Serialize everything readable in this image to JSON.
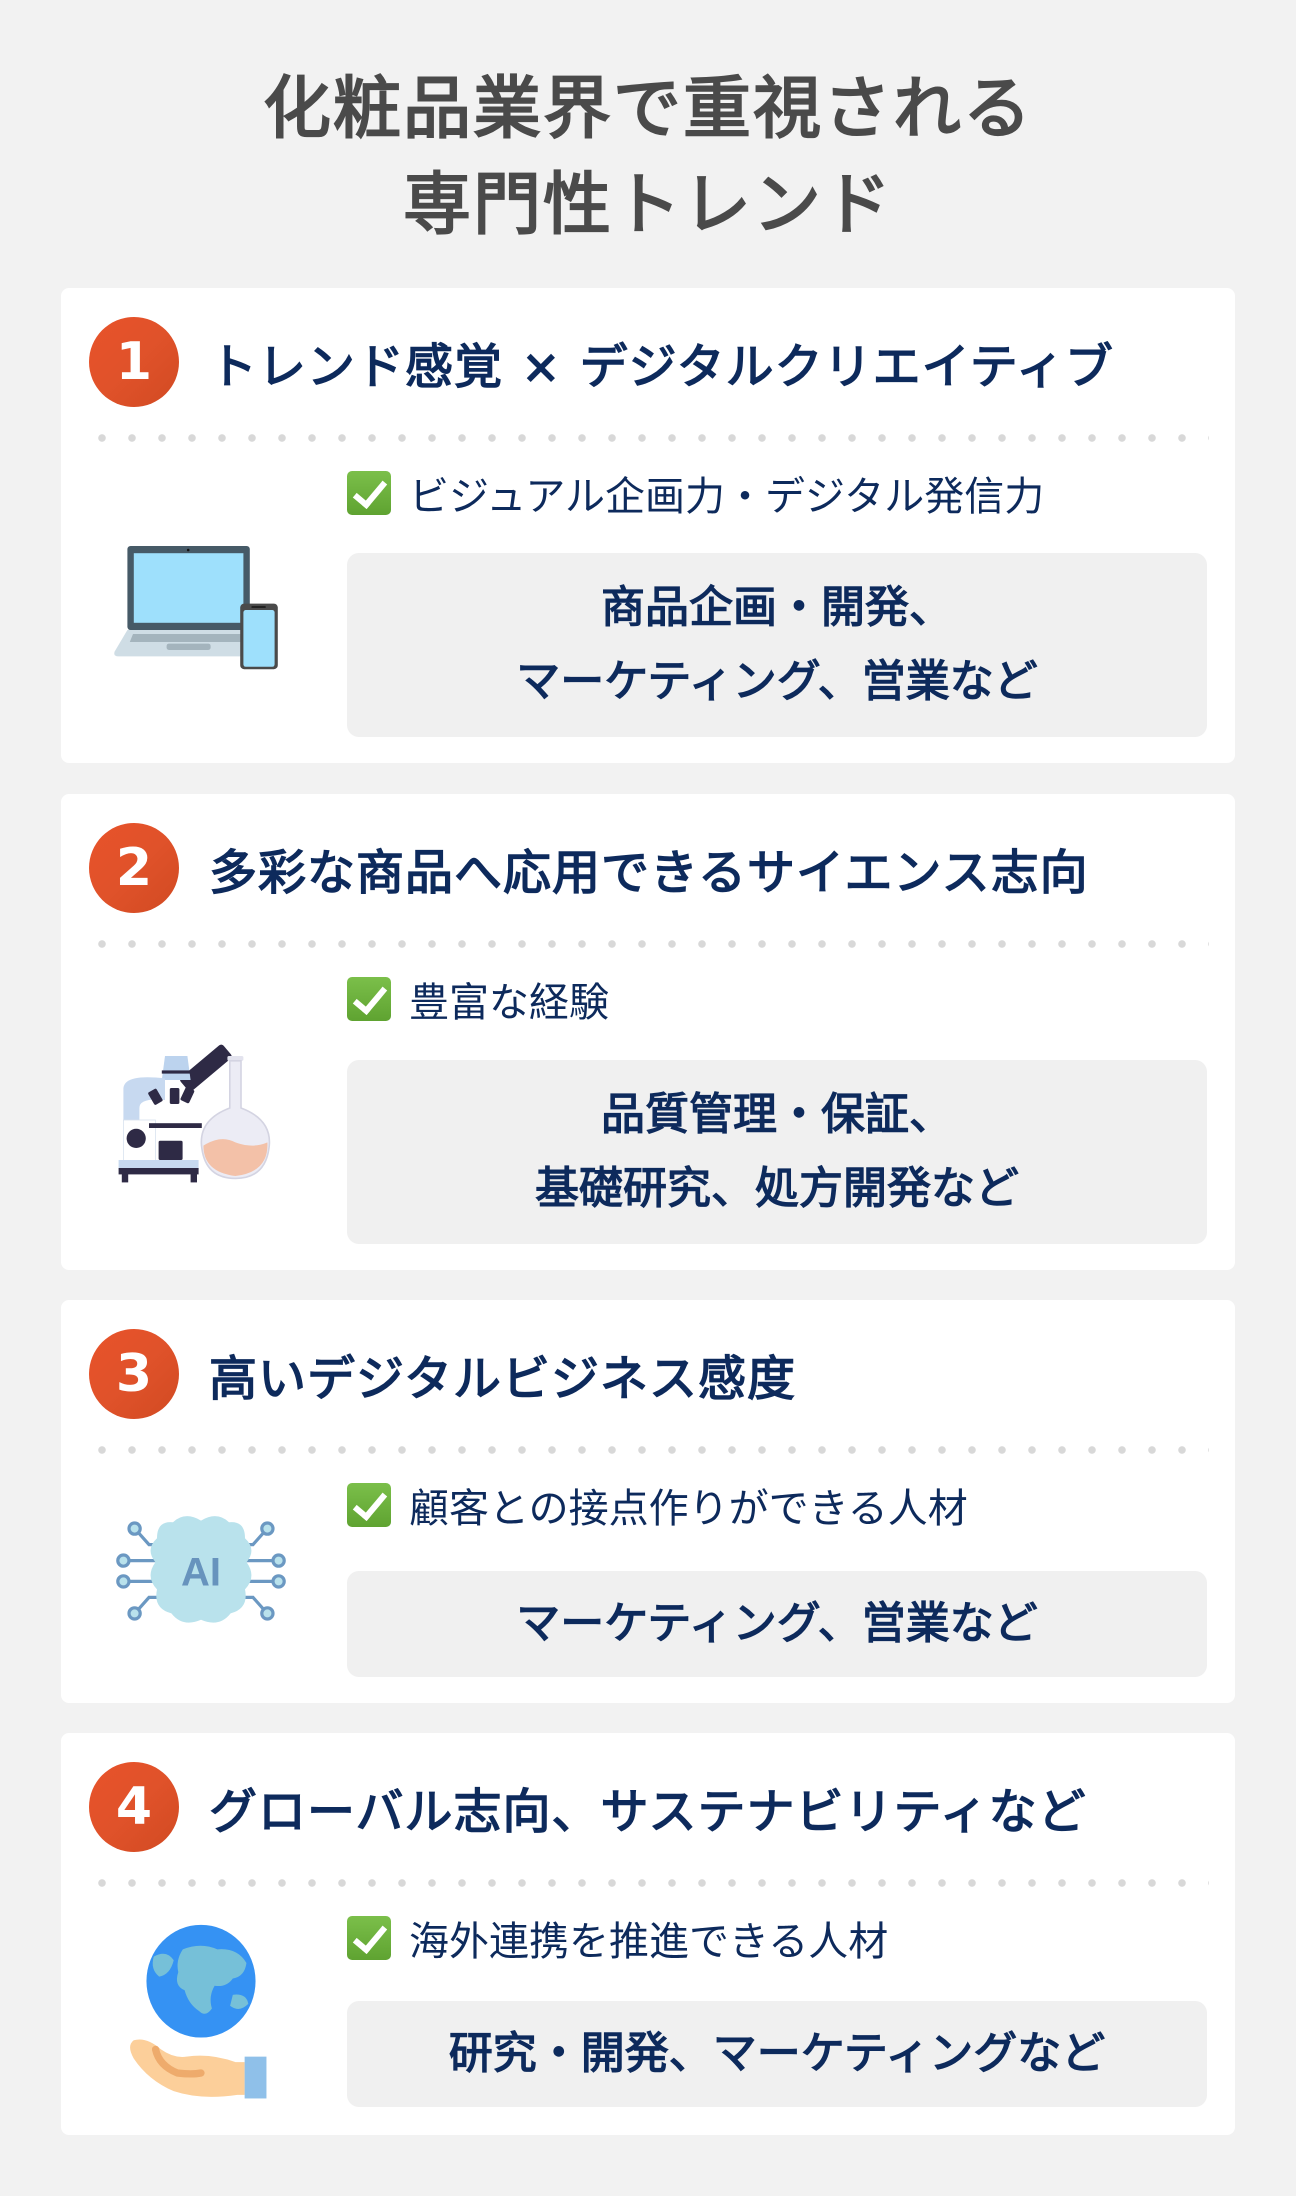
{
  "title": {
    "line1": "化粧品業界で重視される",
    "line2": "専門性トレンド"
  },
  "colors": {
    "background": "#f2f2f2",
    "card": "#ffffff",
    "badge": "#e0522a",
    "heading": "#0d2a5c",
    "title": "#4a4a4a",
    "role_box": "#f0f0f0",
    "check": "#6cb23d"
  },
  "cards": [
    {
      "number": "1",
      "heading": "トレンド感覚 × デジタルクリエイティブ",
      "icon": "laptop-smartphone-icon",
      "check_text": "ビジュアル企画力・デジタル発信力",
      "roles": [
        "商品企画・開発、",
        "マーケティング、営業など"
      ]
    },
    {
      "number": "2",
      "heading": "多彩な商品へ応用できるサイエンス志向",
      "icon": "microscope-flask-icon",
      "check_text": "豊富な経験",
      "roles": [
        "品質管理・保証、",
        "基礎研究、処方開発など"
      ]
    },
    {
      "number": "3",
      "heading": "高いデジタルビジネス感度",
      "icon": "ai-brain-circuit-icon",
      "icon_label": "AI",
      "check_text": "顧客との接点作りができる人材",
      "roles": [
        "マーケティング、営業など"
      ]
    },
    {
      "number": "4",
      "heading": "グローバル志向、サステナビリティなど",
      "icon": "globe-hand-icon",
      "check_text": "海外連携を推進できる人材",
      "roles": [
        "研究・開発、マーケティングなど"
      ]
    }
  ]
}
